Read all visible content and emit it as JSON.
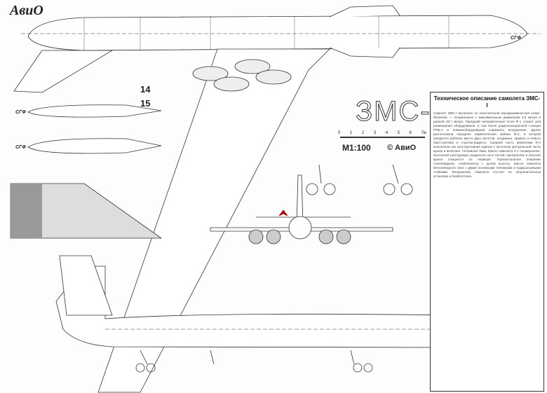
{
  "logo": "АвиО",
  "title_block": {
    "model": "ЗМС-I",
    "scale": "M1:100",
    "copyright": "© АвиО",
    "scale_ticks": [
      "0",
      "1",
      "2",
      "3",
      "4",
      "5",
      "6",
      "7м"
    ]
  },
  "section_labels": {
    "s14": "14",
    "s15": "15",
    "sgf": "СГФ"
  },
  "description": {
    "heading": "Техническое описание самолета ЗМС-I",
    "text": "Самолет ЗМС-I выполнен по классической аэродинамической схеме. Фюзеляж — полумонокок с максимальным диаметром 3,5 метра и длиной 48,7 метра. Передний негерметичный отсек Ф-1 служит для размещения оборудования, в том числе радиолокационной станции РПБ-4 и пневмооборудования кормового вооружения. Далее расположена передняя герметическая кабина Ф-2, в которой находятся рабочие места двух пилотов, штурмана, правого и левого бортстрелков и стрелка-радиста. Средняя часть фюзеляжа Ф-4 выполнена как конструктивная единое с кессоном центральной части крыла и включает топливные баки. Крыло самолета 2-х лонжеронное, кессонной конструкции, разделено на 8 частей. Центроплан и консоли крыла стыкуются по нервюре. Горизонтальное оперение стреловидное, стабилизатор с рулем высоты. Шасси самолета велосипедного типа с двумя основными тележками и подкрыльевыми стойками. Вооружение самолета состоит из оборонительных установок и бомбоотсека."
  }
}
